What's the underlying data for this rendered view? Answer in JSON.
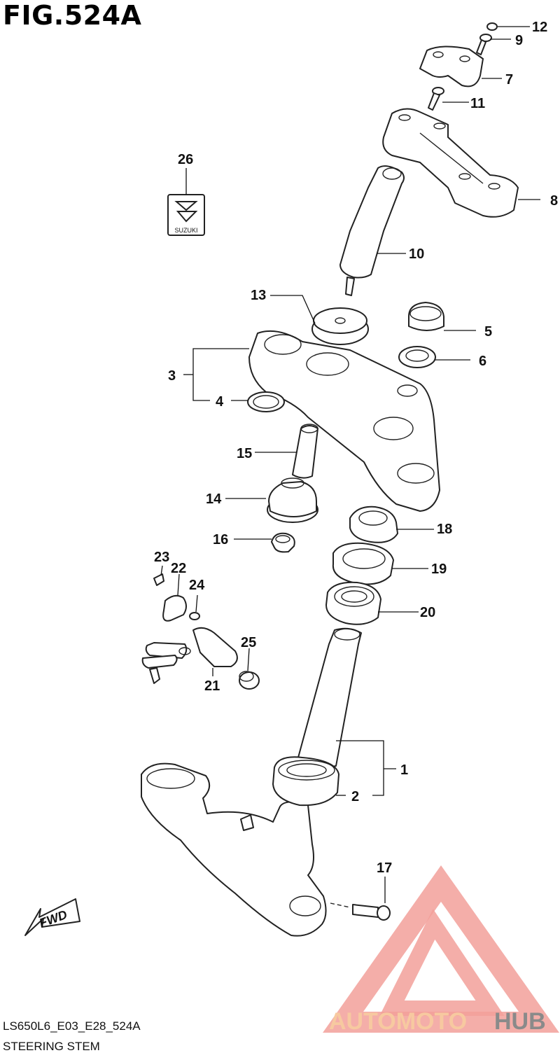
{
  "figure": {
    "title": "FIG.524A"
  },
  "footer": {
    "code": "LS650L6_E03_E28_524A",
    "name": "STEERING STEM"
  },
  "fwd_label": "FWD",
  "emblem": {
    "text": "SUZUKI"
  },
  "watermark": {
    "text_a": "AUTOMOTO",
    "text_b": "HUB",
    "color_a": "#f7c9a0",
    "color_b": "#8a8a8a",
    "triangle_color": "#f2a09a"
  },
  "callouts": {
    "c1": "1",
    "c2": "2",
    "c3": "3",
    "c4": "4",
    "c5": "5",
    "c6": "6",
    "c7": "7",
    "c8": "8",
    "c9": "9",
    "c10": "10",
    "c11": "11",
    "c12": "12",
    "c13": "13",
    "c14": "14",
    "c15": "15",
    "c16": "16",
    "c17": "17",
    "c18": "18",
    "c19": "19",
    "c20": "20",
    "c21": "21",
    "c22": "22",
    "c23": "23",
    "c24": "24",
    "c25": "25",
    "c26": "26"
  }
}
